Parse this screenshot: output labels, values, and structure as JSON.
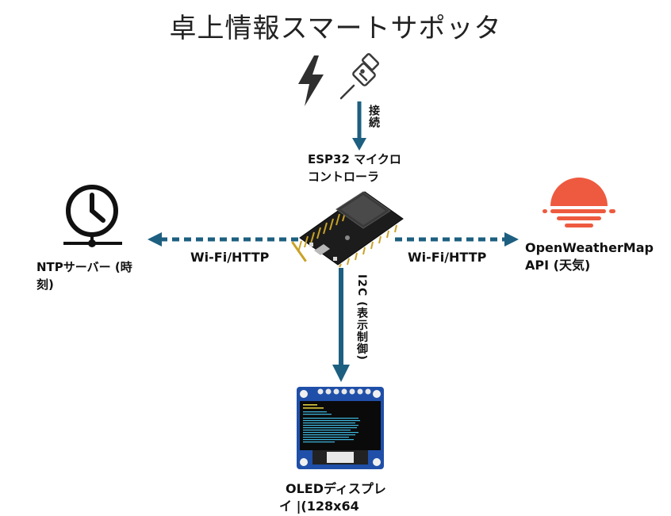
{
  "title": "卓上情報スマートサポッタ",
  "power": {
    "connect_label": "接続"
  },
  "esp32": {
    "line1": "ESP32 マイクロ",
    "line2": "コントローラ"
  },
  "ntp": {
    "line1": "NTPサーバー (時",
    "line2": "刻)",
    "link_label": "Wi-Fi/HTTP"
  },
  "weather": {
    "line1": "OpenWeatherMap",
    "line2": "API (天気)",
    "link_label": "Wi-Fi/HTTP"
  },
  "oled": {
    "link_label": "I2C (表示制御)",
    "line1": "OLEDディスプレ",
    "line2": "イ |(128x64"
  },
  "colors": {
    "arrow": "#1d5f80",
    "weather_icon": "#ee5a3f",
    "pcb": "#1c1c1c",
    "oled_board": "#1f4fa8"
  }
}
